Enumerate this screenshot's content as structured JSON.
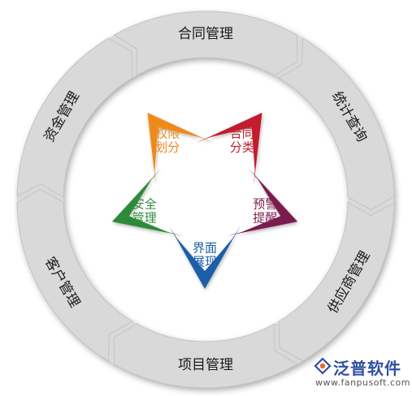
{
  "ring_sections": [
    "合同管理",
    "统计查询",
    "供应商管理",
    "项目管理",
    "客户管理",
    "资金管理"
  ],
  "star_points": [
    {
      "label_lines": [
        "合同",
        "分类"
      ],
      "color": "#c21f2f"
    },
    {
      "label_lines": [
        "预警",
        "提醒"
      ],
      "color": "#7a1f4f"
    },
    {
      "label_lines": [
        "界面",
        "展现"
      ],
      "color": "#1e5fa8"
    },
    {
      "label_lines": [
        "安全",
        "管理"
      ],
      "color": "#2f8a3a"
    },
    {
      "label_lines": [
        "权限",
        "划分"
      ],
      "color": "#ee8a1c"
    }
  ],
  "colors": {
    "ring": "#d9d9d9",
    "ring_shadow": "#b9b9b9",
    "ring_text": "#1a1a1a"
  },
  "logo": {
    "name": "泛普软件",
    "url": "www.fanpusoft.com",
    "icon": "fanpu-logo-icon",
    "color": "#2f4fa0",
    "accent": "#e86a2a"
  }
}
